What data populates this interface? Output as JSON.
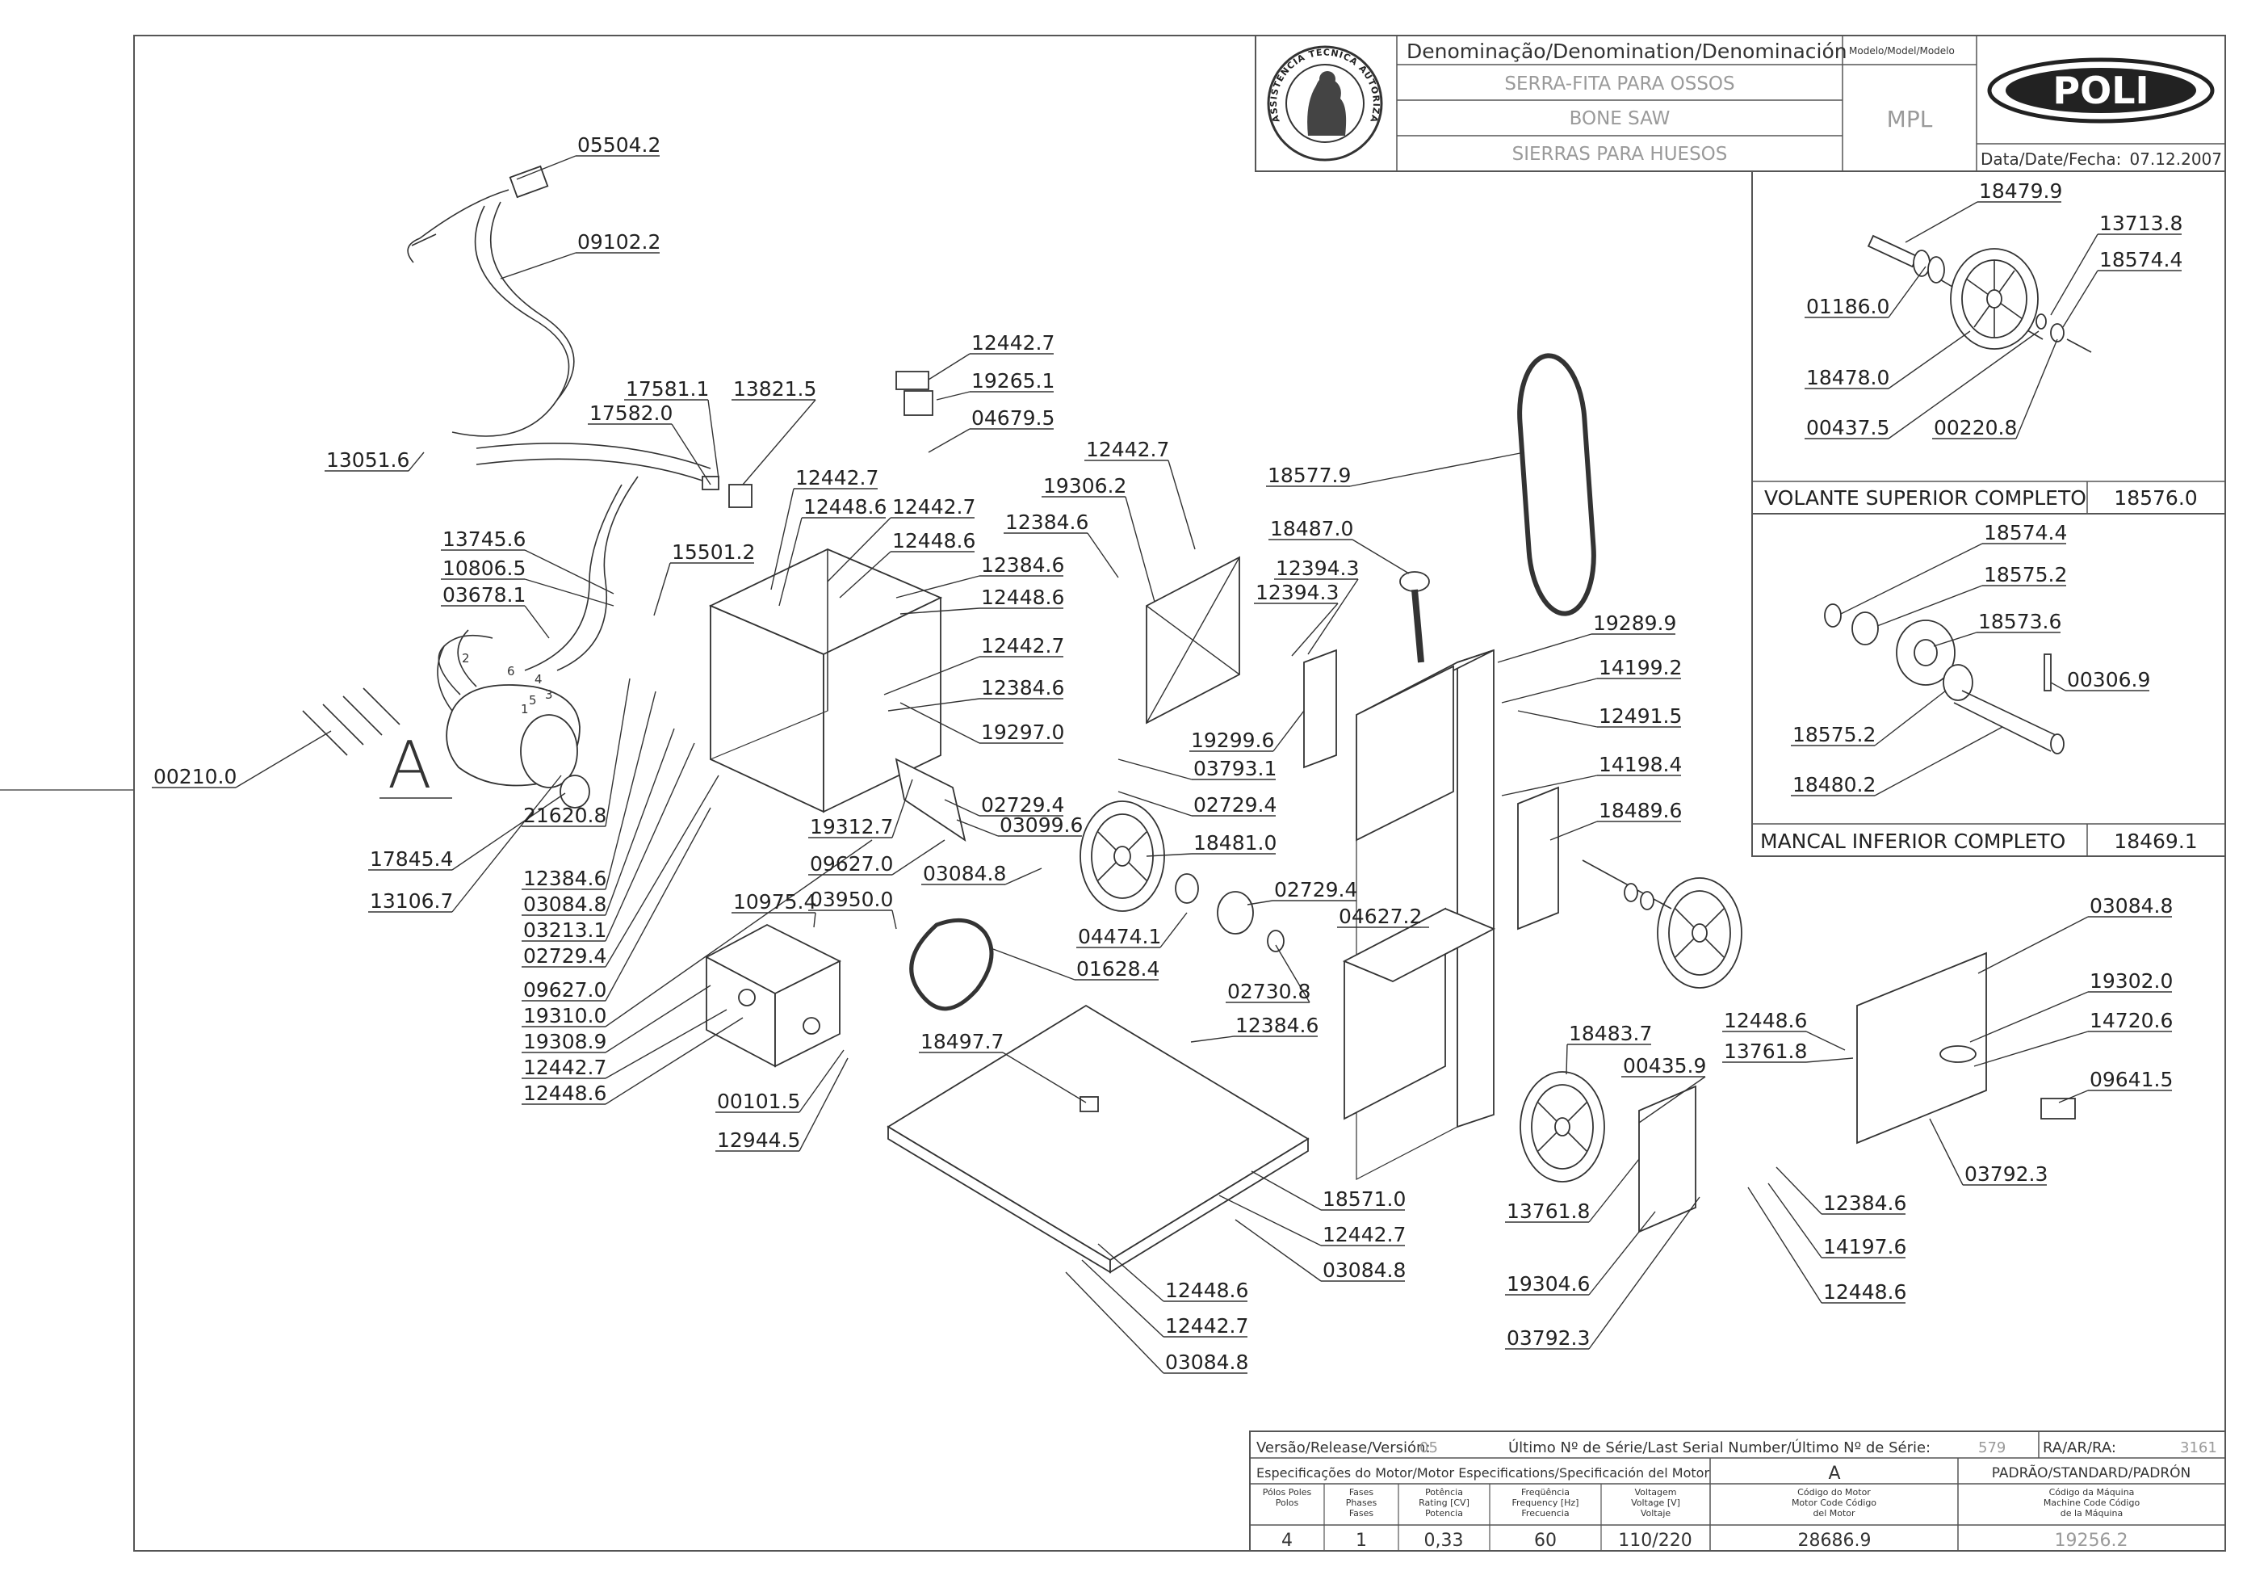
{
  "title_block": {
    "denomination_heading": "Denominação/Denomination/Denominación",
    "model_heading": "Modelo/Model/Modelo",
    "name_pt": "SERRA-FITA PARA OSSOS",
    "name_en": "BONE SAW",
    "name_es": "SIERRAS PARA HUESOS",
    "model": "MPL",
    "brand": "POLI",
    "date_label": "Data/Date/Fecha:",
    "date": "07.12.2007",
    "seal_text": "ASSISTÊNCIA TÉCNICA AUTORIZADA"
  },
  "insets": {
    "upper_title": "VOLANTE SUPERIOR COMPLETO",
    "upper_code": "18576.0",
    "lower_title": "MANCAL INFERIOR COMPLETO",
    "lower_code": "18469.1"
  },
  "main_letter": "A",
  "motor_wire_numbers": [
    "2",
    "6",
    "4",
    "3",
    "5",
    "1"
  ],
  "part_labels": {
    "p05504": "05504.2",
    "p09102": "09102.2",
    "p13051": "13051.6",
    "p17581": "17581.1",
    "p13821": "13821.5",
    "p17582": "17582.0",
    "p13745": "13745.6",
    "p10806": "10806.5",
    "p03678": "03678.1",
    "p15501": "15501.2",
    "p00210": "00210.0",
    "p17845": "17845.4",
    "p13106": "13106.7",
    "p21620": "21620.8",
    "p12384_a": "12384.6",
    "p03084_a": "03084.8",
    "p03213": "03213.1",
    "p02729_a": "02729.4",
    "p09627_a": "09627.0",
    "p19310": "19310.0",
    "p19308": "19308.9",
    "p12442_a": "12442.7",
    "p12448_a": "12448.6",
    "p10975": "10975.4",
    "p00101": "00101.5",
    "p12944": "12944.5",
    "p12442_b": "12442.7",
    "p19265": "19265.1",
    "p04679": "04679.5",
    "p12442_c": "12442.7",
    "p12448_b": "12448.6",
    "p12442_d": "12442.7",
    "p12448_c": "12448.6",
    "p12384_b": "12384.6",
    "p12448_d": "12448.6",
    "p12442_e": "12442.7",
    "p12384_c": "12384.6",
    "p19297": "19297.0",
    "p19312": "19312.7",
    "p09627_b": "09627.0",
    "p03950": "03950.0",
    "p02729_b": "02729.4",
    "p03099": "03099.6",
    "p03084_b": "03084.8",
    "p01628": "01628.4",
    "p18497": "18497.7",
    "p12442_f": "12442.7",
    "p19306": "19306.2",
    "p12384_d": "12384.6",
    "p03793": "03793.1",
    "p02729_c": "02729.4",
    "p18481": "18481.0",
    "p02729_d": "02729.4",
    "p04474": "04474.1",
    "p02730": "02730.8",
    "p12384_e": "12384.6",
    "p18577": "18577.9",
    "p18487": "18487.0",
    "p12394_a": "12394.3",
    "p12394_b": "12394.3",
    "p19299": "19299.6",
    "p04627": "04627.2",
    "p19289": "19289.9",
    "p14199": "14199.2",
    "p12491": "12491.5",
    "p14198": "14198.4",
    "p18489": "18489.6",
    "p18483": "18483.7",
    "p00435": "00435.9",
    "p13761_a": "13761.8",
    "p19304": "19304.6",
    "p03792_a": "03792.3",
    "p18571": "18571.0",
    "p12442_g": "12442.7",
    "p03084_c": "03084.8",
    "p12448_e": "12448.6",
    "p12442_h": "12442.7",
    "p03084_d": "03084.8",
    "p12448_f": "12448.6",
    "p13761_b": "13761.8",
    "p03084_e": "03084.8",
    "p19302": "19302.0",
    "p14720": "14720.6",
    "p09641": "09641.5",
    "p03792_b": "03792.3",
    "p12384_f": "12384.6",
    "p14197": "14197.6",
    "p12448_g": "12448.6",
    "p18479": "18479.9",
    "p13713": "13713.8",
    "p18574_a": "18574.4",
    "p01186": "01186.0",
    "p18478": "18478.0",
    "p00437": "00437.5",
    "p00220": "00220.8",
    "p18574_b": "18574.4",
    "p18575_a": "18575.2",
    "p18573": "18573.6",
    "p00306": "00306.9",
    "p18575_b": "18575.2",
    "p18480": "18480.2"
  },
  "footer": {
    "release_label": "Versão/Release/Versión:",
    "release": "05",
    "serial_label": "Último Nº de Série/Last Serial Number/Último Nº de Série:",
    "serial": "579",
    "ra_label": "RA/AR/RA:",
    "ra": "3161",
    "motor_spec_label": "Especificações do Motor/Motor Especifications/Specificación del Motor",
    "motor_variant": "A",
    "standard_label": "PADRÃO/STANDARD/PADRÓN",
    "col_poles": "Pólos Poles Polos",
    "col_phases": "Fases Phases Fases",
    "col_power": "Potência Rating [CV] Potencia",
    "col_freq": "Freqüência Frequency [Hz] Frecuencia",
    "col_voltage": "Voltagem Voltage [V] Voltaje",
    "col_motor_code": "Código do Motor Motor Code Código del Motor",
    "col_machine_code": "Código da Máquina Machine Code Código de la Máquina",
    "poles": "4",
    "phases": "1",
    "power": "0,33",
    "frequency": "60",
    "voltage": "110/220",
    "motor_code": "28686.9",
    "machine_code": "19256.2"
  }
}
